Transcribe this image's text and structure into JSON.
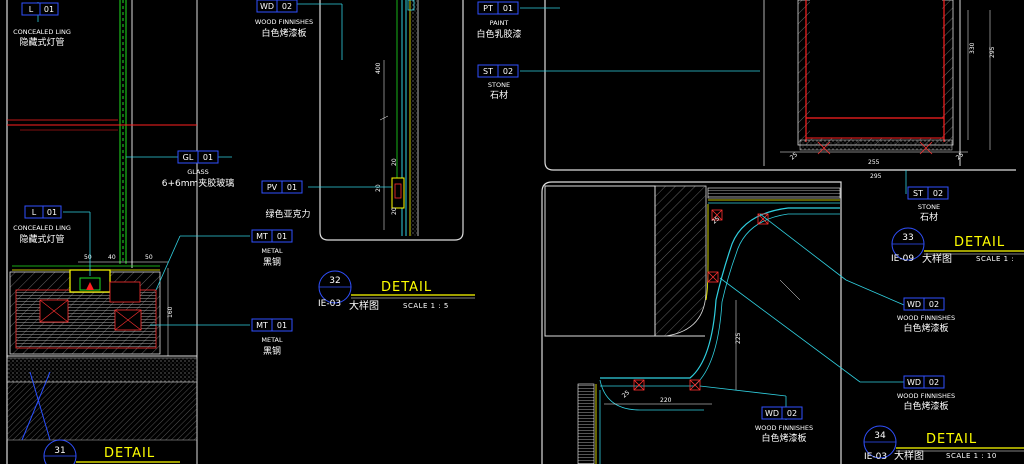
{
  "colors": {
    "background": "#000000",
    "frame": "#e0e0e0",
    "tag_box": "#3050ff",
    "leader": "#30d0e0",
    "detail_word": "#ffff00",
    "section_red": "#ff2020",
    "glass_green": "#20e020",
    "dimension": "#ffffff"
  },
  "tags": [
    {
      "code": "L",
      "num": "01",
      "en": "CONCEALED LING",
      "cn": "隐藏式灯管"
    },
    {
      "code": "WD",
      "num": "02",
      "en": "WOOD FINNISHES",
      "cn": "白色烤漆板"
    },
    {
      "code": "PT",
      "num": "01",
      "en": "PAINT",
      "cn": "白色乳胶漆"
    },
    {
      "code": "ST",
      "num": "02",
      "en": "STONE",
      "cn": "石材"
    },
    {
      "code": "GL",
      "num": "01",
      "en": "GLASS",
      "cn": "6+6mm夹胶玻璃"
    },
    {
      "code": "PV",
      "num": "01",
      "en": "",
      "cn": "绿色亚克力"
    },
    {
      "code": "L",
      "num": "01",
      "en": "CONCEALED LING",
      "cn": "隐藏式灯管"
    },
    {
      "code": "MT",
      "num": "01",
      "en": "METAL",
      "cn": "黑钢"
    },
    {
      "code": "MT",
      "num": "01",
      "en": "METAL",
      "cn": "黑钢"
    },
    {
      "code": "ST",
      "num": "02",
      "en": "STONE",
      "cn": "石材"
    },
    {
      "code": "WD",
      "num": "02",
      "en": "WOOD FINNISHES",
      "cn": "白色烤漆板"
    },
    {
      "code": "WD",
      "num": "02",
      "en": "WOOD FINNISHES",
      "cn": "白色烤漆板"
    },
    {
      "code": "WD",
      "num": "02",
      "en": "WOOD FINNISHES",
      "cn": "白色烤漆板"
    }
  ],
  "details": [
    {
      "number": "32",
      "sheet": "IE-03",
      "word": "DETAIL",
      "cn": "大样图",
      "scale": "SCALE 1 : 5"
    },
    {
      "number": "33",
      "sheet": "IE-09",
      "word": "DETAIL",
      "cn": "大样图",
      "scale": "SCALE 1 :"
    },
    {
      "number": "34",
      "sheet": "IE-03",
      "word": "DETAIL",
      "cn": "大样图",
      "scale": "SCALE 1 : 10"
    },
    {
      "number": "31",
      "sheet": "",
      "word": "DETAIL",
      "cn": "",
      "scale": ""
    }
  ],
  "dimensions": [
    "50",
    "40",
    "50",
    "160",
    "400",
    "20",
    "20",
    "20",
    "330",
    "25",
    "25",
    "255",
    "295",
    "295",
    "225",
    "220",
    "25",
    "25"
  ]
}
